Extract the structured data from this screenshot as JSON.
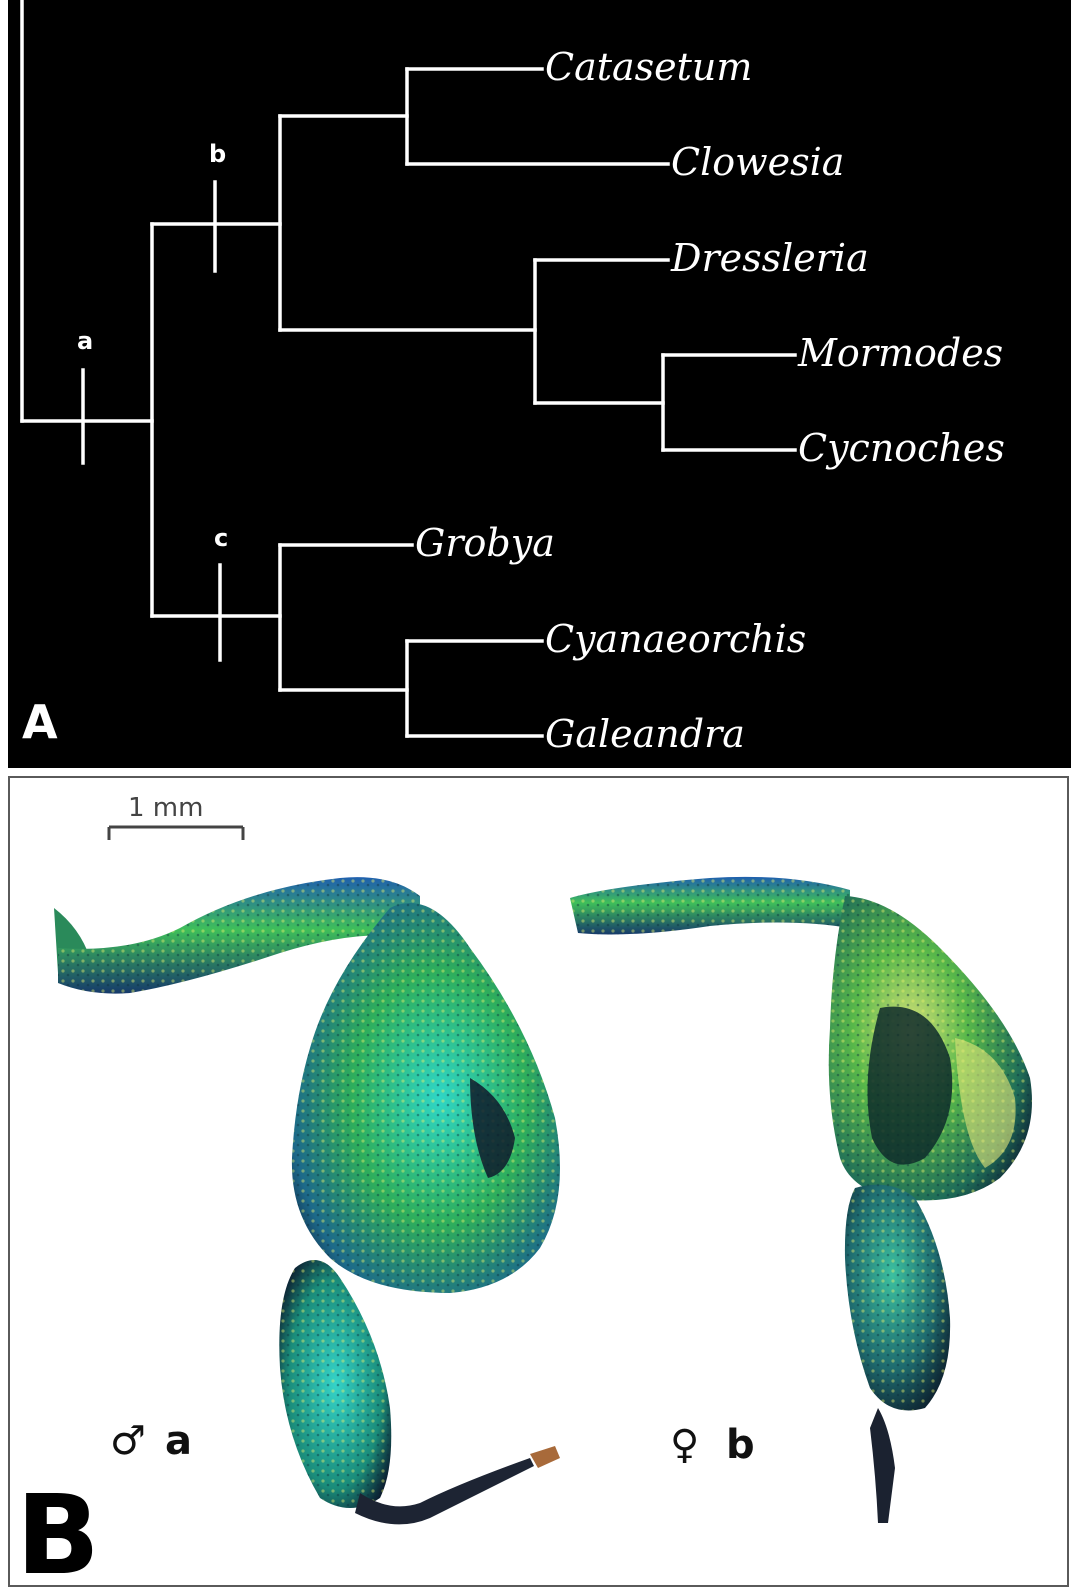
{
  "panel_a": {
    "panel_letter": "A",
    "taxa": [
      "Catasetum",
      "Clowesia",
      "Dressleria",
      "Mormodes",
      "Cycnoches",
      "Grobya",
      "Cyanaeorchis",
      "Galeandra"
    ],
    "node_labels": [
      "a",
      "b",
      "c"
    ]
  },
  "panel_b": {
    "panel_letter": "B",
    "scale_bar_label": "1 mm",
    "specimens": [
      {
        "sex_symbol": "♂",
        "label": "a"
      },
      {
        "sex_symbol": "♀",
        "label": "b"
      }
    ]
  },
  "colors": {
    "panel_a_background": "#000000",
    "tree_lines": "#ffffff",
    "beetle_green": "#2fa86a",
    "beetle_teal": "#28c3b4",
    "beetle_dark": "#0d1a2a"
  }
}
